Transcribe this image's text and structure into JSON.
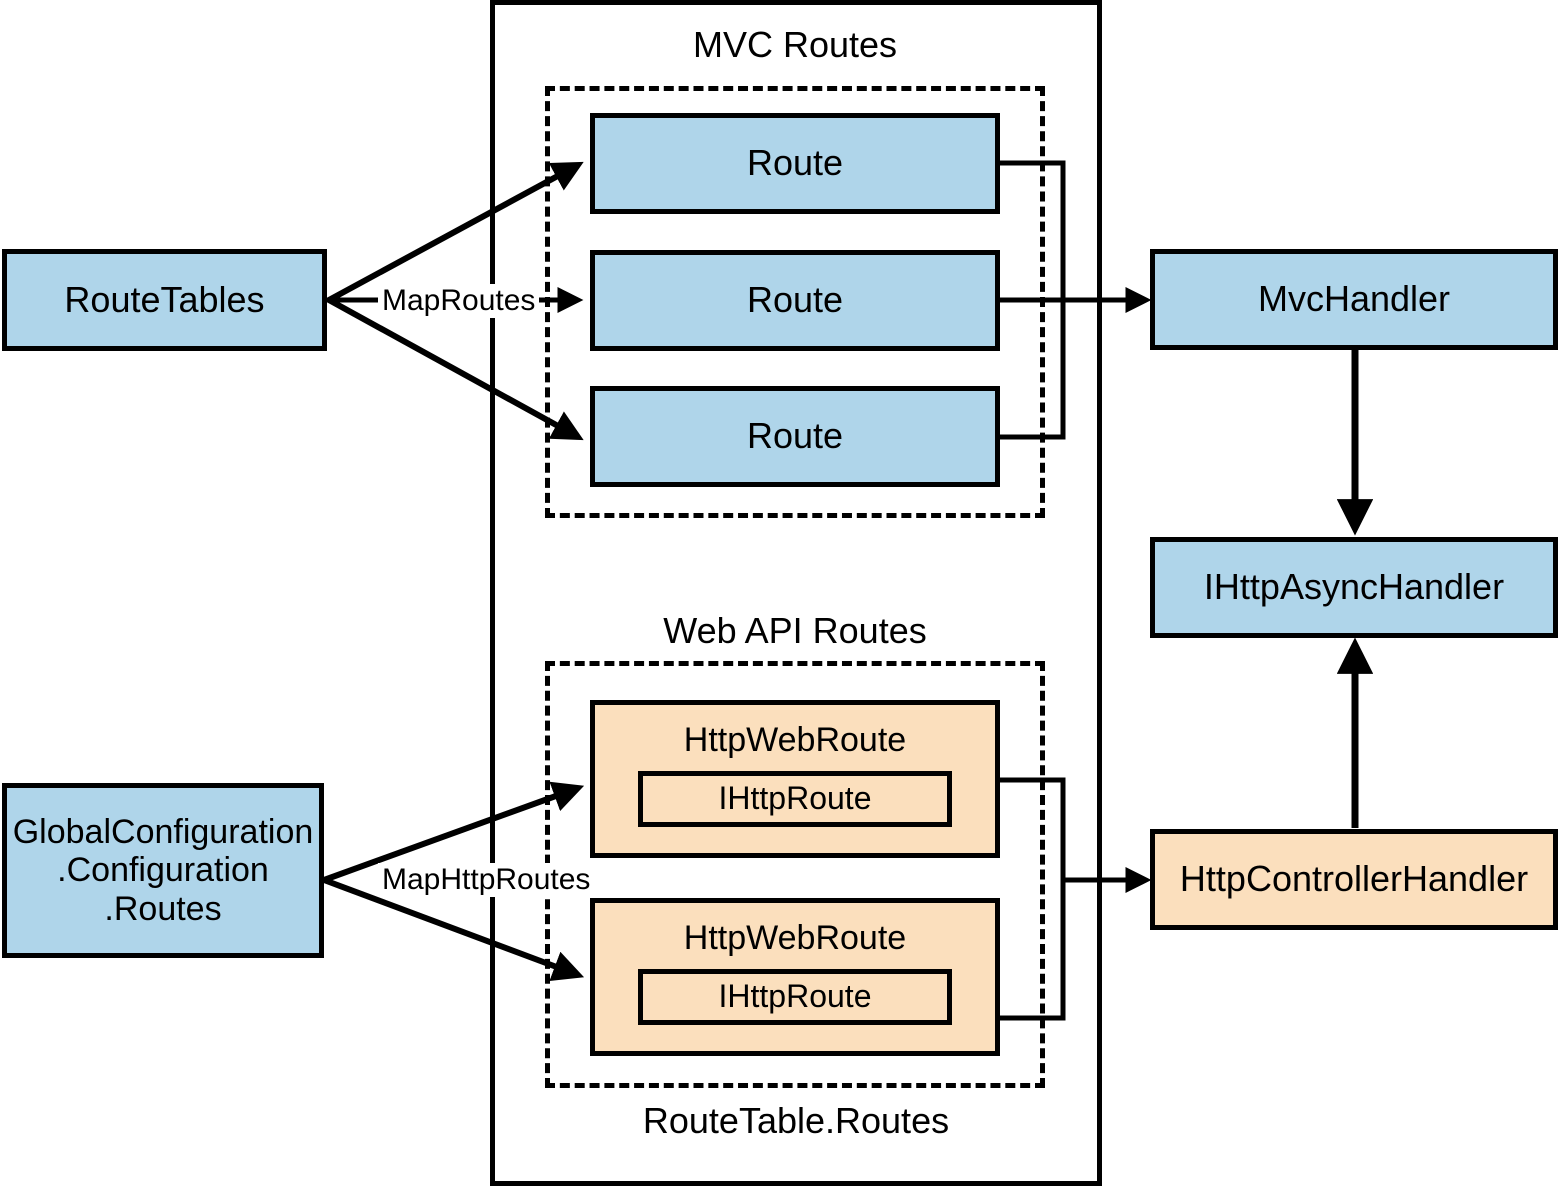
{
  "diagram": {
    "title_caption_mvc": "MVC Routes",
    "title_caption_webapi": "Web API Routes",
    "outer_frame_caption": "RouteTable.Routes",
    "colors": {
      "mvc_blue": "#AFD5EA",
      "webapi_peach": "#FBDFBD",
      "stroke": "#000000",
      "background": "#FFFFFF"
    },
    "sources": [
      {
        "id": "route-tables",
        "label": "RouteTables",
        "color": "#AFD5EA"
      },
      {
        "id": "global-configuration",
        "label": "GlobalConfiguration\n.Configuration\n.Routes",
        "line1": "GlobalConfiguration",
        "line2": ".Configuration",
        "line3": ".Routes",
        "color": "#AFD5EA"
      }
    ],
    "edge_labels": [
      {
        "id": "map-routes",
        "label": "MapRoutes"
      },
      {
        "id": "map-http-routes",
        "label": "MapHttpRoutes"
      }
    ],
    "mvc_routes": [
      {
        "label": "Route"
      },
      {
        "label": "Route"
      },
      {
        "label": "Route"
      }
    ],
    "webapi_routes": [
      {
        "label": "HttpWebRoute",
        "inner_label": "IHttpRoute"
      },
      {
        "label": "HttpWebRoute",
        "inner_label": "IHttpRoute"
      }
    ],
    "handlers": [
      {
        "id": "mvc-handler",
        "label": "MvcHandler",
        "color": "#AFD5EA"
      },
      {
        "id": "ihttp-async-handler",
        "label": "IHttpAsyncHandler",
        "color": "#AFD5EA"
      },
      {
        "id": "http-controller-handler",
        "label": "HttpControllerHandler",
        "color": "#FBDFBD"
      }
    ]
  }
}
